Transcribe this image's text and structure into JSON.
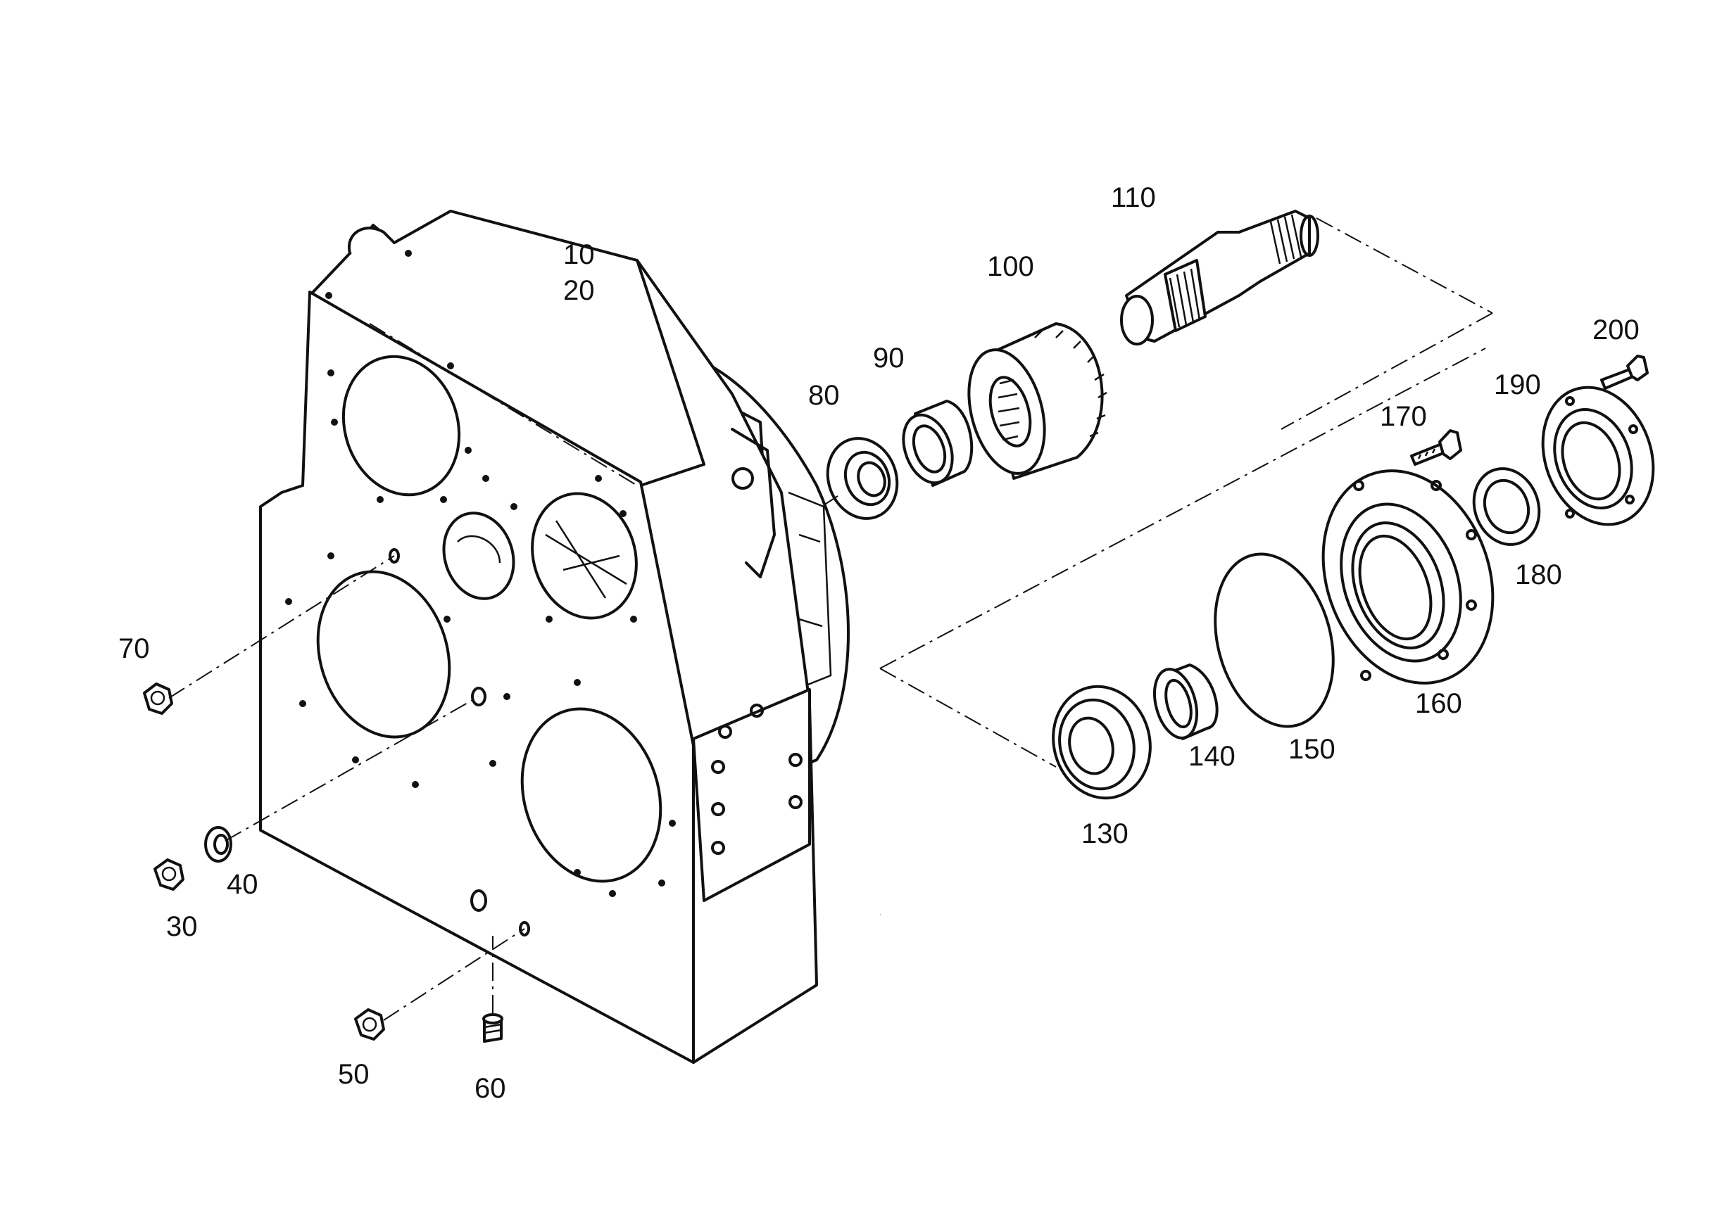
{
  "diagram": {
    "labels": {
      "p10": "10",
      "p20": "20",
      "p30": "30",
      "p40": "40",
      "p50": "50",
      "p60": "60",
      "p70": "70",
      "p80": "80",
      "p90": "90",
      "p100": "100",
      "p110": "110",
      "p130": "130",
      "p140": "140",
      "p150": "150",
      "p160": "160",
      "p170": "170",
      "p180": "180",
      "p190": "190",
      "p200": "200"
    }
  }
}
